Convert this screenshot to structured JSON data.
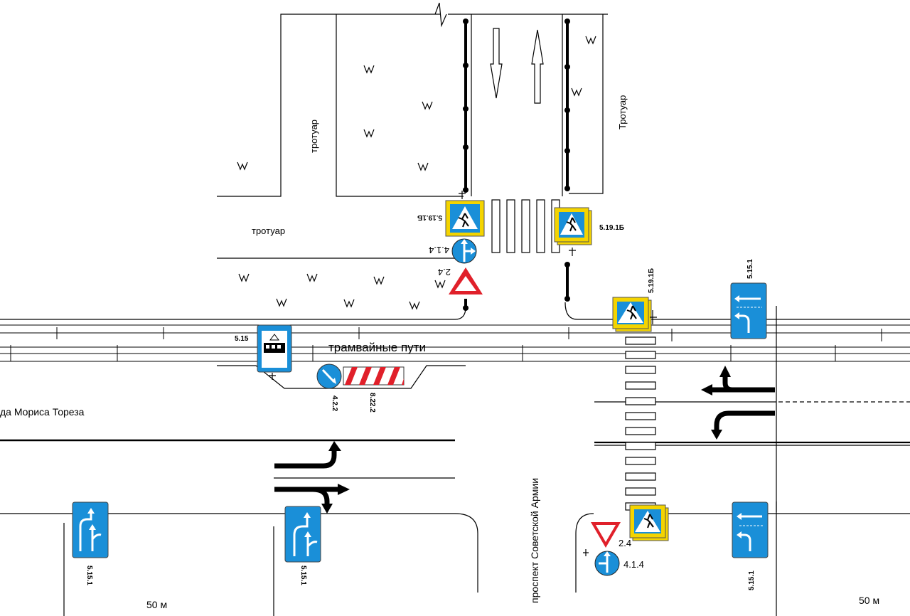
{
  "labels": {
    "street_morisa_toreza": "да Мориса Тореза",
    "prospekt_sovetskoy_armii": "проспект Советской Армии",
    "tram_tracks": "трамвайные пути",
    "sidewalk_left": "тротуар",
    "sidewalk_mid": "тротуар",
    "sidewalk_right": "Тротуар",
    "dist_left": "50 м",
    "dist_right": "50 м"
  },
  "signs": {
    "s_51912_a": "5.19.1Б",
    "s_51912_b": "5.19.1Б",
    "s_51912_c": "5.19.1Б",
    "s_414_a": "4.1.4",
    "s_414_b": "4.1.4",
    "s_24_a": "2.4",
    "s_24_b": "2.4",
    "s_515": "5.15",
    "s_5151_tr": "5.15.1",
    "s_5151_br": "5.15.1",
    "s_5151_bl1": "5.15.1",
    "s_5151_bl2": "5.15.1",
    "s_422": "4.2.2",
    "s_8222": "8.22.2"
  },
  "grass_symbol": "\\\\//",
  "colors": {
    "sign_blue": "#1a8fd8",
    "sign_yellow": "#f4d400",
    "sign_red": "#e0202a",
    "road_line": "#000000",
    "marking": "#000000"
  }
}
